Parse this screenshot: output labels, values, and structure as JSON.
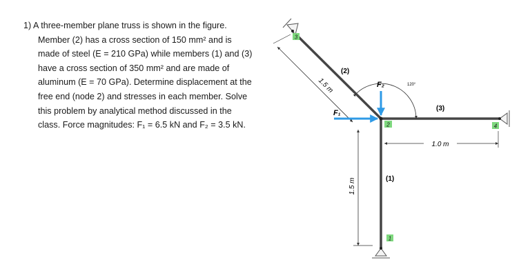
{
  "problem": {
    "lines": [
      "1) A three-member plane truss is shown in the figure.",
      "Member (2) has a cross section of 150 mm² and is",
      "made of steel (E = 210 GPa) while members (1) and (3)",
      "have a cross section of 350 mm² and are made of",
      "aluminum (E = 70 GPa). Determine displacement at the",
      "free end (node 2) and stresses in each member. Solve",
      "this problem by analytical method discussed in the",
      "class. Force magnitudes: F₁ = 6.5 kN and F₂ = 3.5 kN."
    ]
  },
  "figure": {
    "nodes": [
      "1",
      "2",
      "3",
      "4"
    ],
    "members": [
      "(1)",
      "(2)",
      "(3)"
    ],
    "forces": [
      "F₁",
      "F₂"
    ],
    "dims": {
      "diag": "1.5 m",
      "vertical": "1.5 m",
      "horizontal": "1.0 m"
    },
    "angle": "120°",
    "colors": {
      "member": "#404040",
      "force": "#2e9ae6",
      "node_tag": "#7ed87e"
    }
  }
}
